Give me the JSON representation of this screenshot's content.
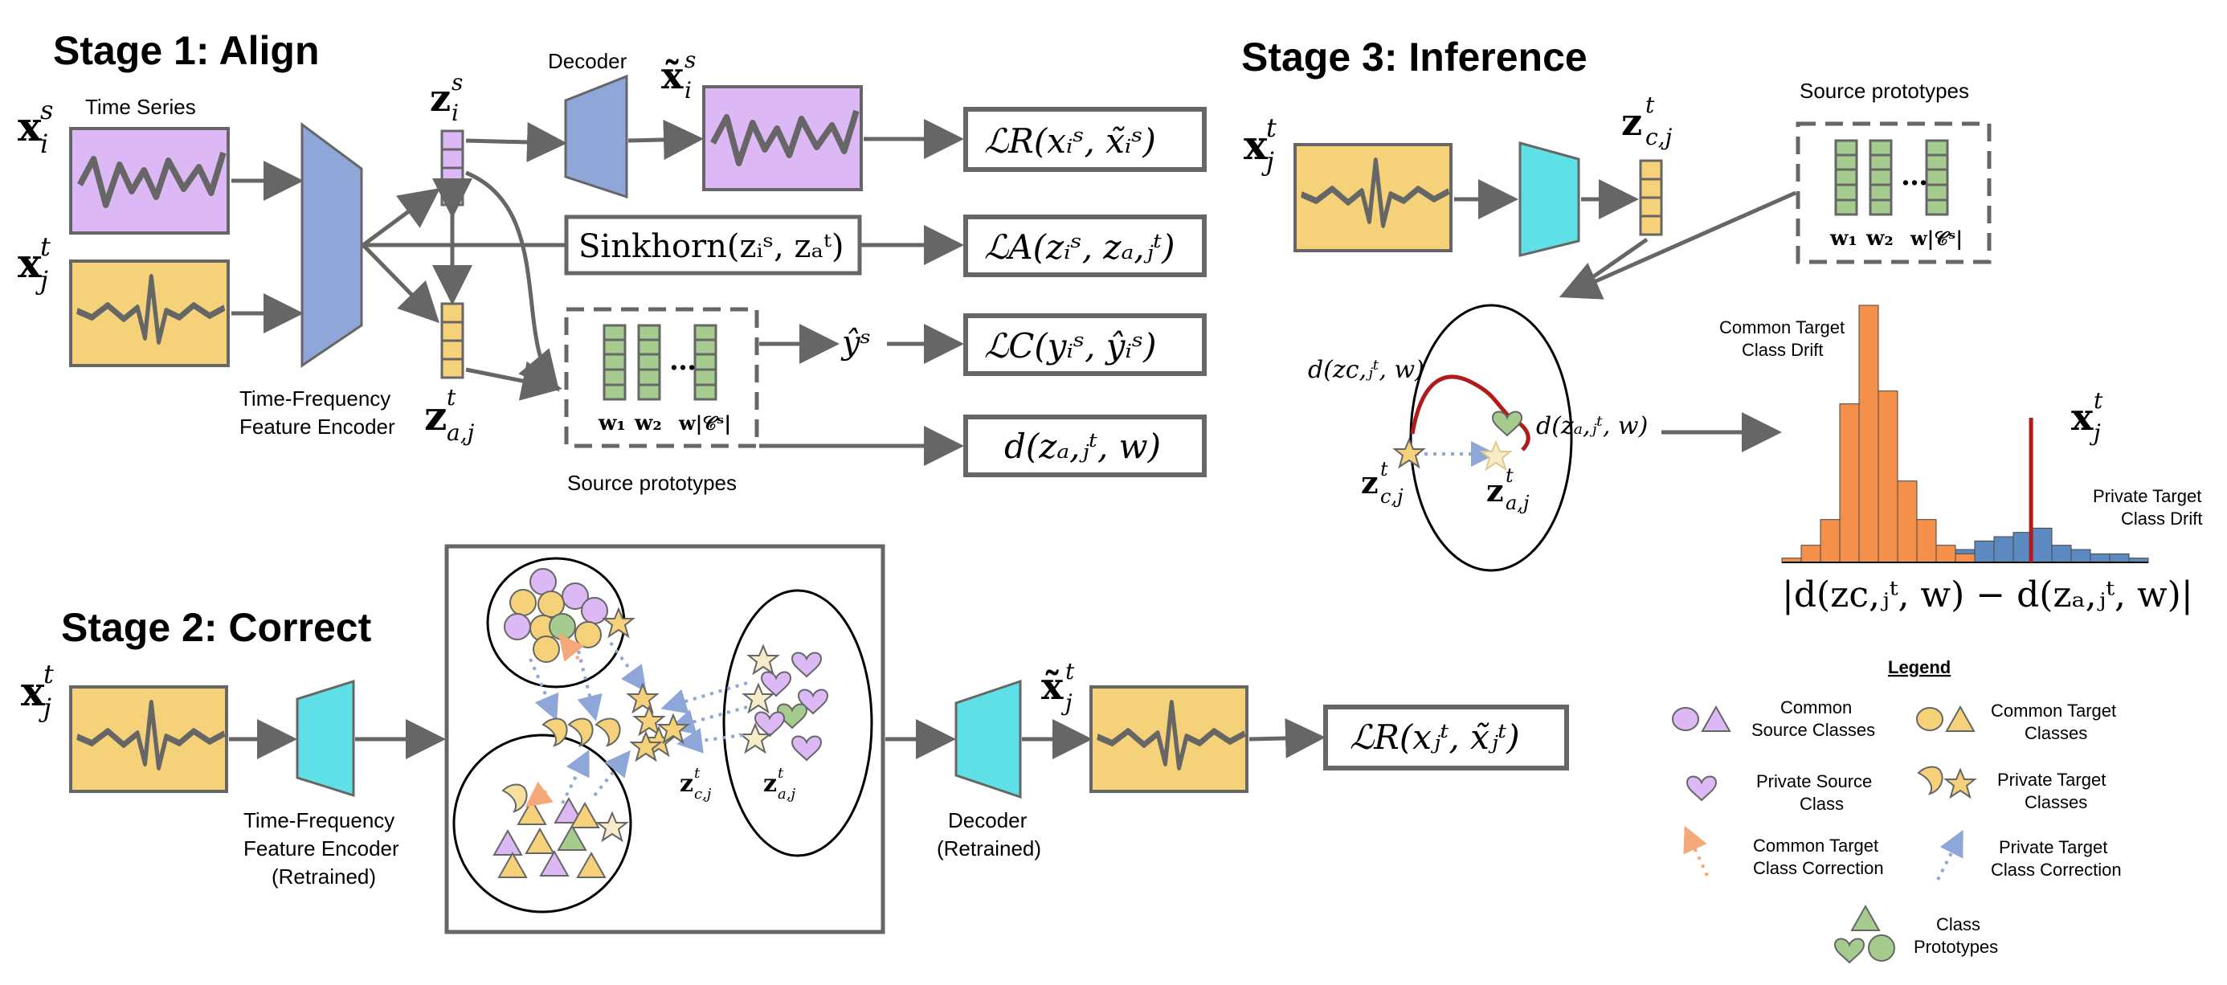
{
  "colors": {
    "purple": "#dcb8f5",
    "yellow": "#f5d27a",
    "blue_encoder": "#8fa6d9",
    "cyan_encoder": "#5ee0e6",
    "green": "#a5cc8e",
    "orange": "#f5904a",
    "bar_blue": "#5b89c0",
    "drift_red": "#b01b1b",
    "arrow_gray": "#666666"
  },
  "icons": [
    "waveform-icon",
    "encoder-trapezoid",
    "decoder-trapezoid",
    "latent-vector-icon",
    "prototype-column-icon",
    "circle-icon",
    "triangle-icon",
    "heart-icon",
    "moon-icon",
    "star-icon"
  ],
  "stage1": {
    "title": "Stage 1: Align",
    "x_source": "x",
    "x_source_sup": "s",
    "x_source_sub": "i",
    "x_target": "x",
    "x_target_sup": "t",
    "x_target_sub": "j",
    "time_series": "Time Series",
    "encoder_label_1": "Time-Frequency",
    "encoder_label_2": "Feature Encoder",
    "decoder": "Decoder",
    "z_s": "z",
    "z_s_sup": "s",
    "z_s_sub": "i",
    "z_a": "z",
    "z_a_sup": "t",
    "z_a_sub": "a,j",
    "x_tilde": "x̃",
    "x_tilde_sup": "s",
    "x_tilde_sub": "i",
    "sinkhorn": "Sinkhorn(zᵢˢ, zₐᵗ)",
    "y_hat": "ŷˢ",
    "source_prototypes": "Source prototypes",
    "proto_w1": "w₁",
    "proto_w2": "w₂",
    "proto_dots": "…",
    "proto_wc": "w|𝒞ˢ|",
    "loss_r": "ℒR(xᵢˢ, x̃ᵢˢ)",
    "loss_a": "ℒA(zᵢˢ, zₐ,ⱼᵗ)",
    "loss_c": "ℒC(yᵢˢ, ŷᵢˢ)",
    "dist": "d(zₐ,ⱼᵗ, w)"
  },
  "stage2": {
    "title": "Stage 2: Correct",
    "x_target": "x",
    "x_target_sup": "t",
    "x_target_sub": "j",
    "encoder_label_1": "Time-Frequency",
    "encoder_label_2": "Feature Encoder",
    "encoder_label_3": "(Retrained)",
    "decoder_label_1": "Decoder",
    "decoder_label_2": "(Retrained)",
    "x_tilde": "x̃",
    "x_tilde_sup": "t",
    "x_tilde_sub": "j",
    "z_c": "z",
    "z_c_sup": "t",
    "z_c_sub": "c,j",
    "z_a": "z",
    "z_a_sup": "t",
    "z_a_sub": "a,j",
    "loss_r": "ℒR(xⱼᵗ, x̃ⱼᵗ)"
  },
  "stage3": {
    "title": "Stage 3: Inference",
    "x_target": "x",
    "x_target_sup": "t",
    "x_target_sub": "j",
    "z_c": "z",
    "z_c_sup": "t",
    "z_c_sub": "c,j",
    "source_prototypes": "Source prototypes",
    "proto_w1": "w₁",
    "proto_w2": "w₂",
    "proto_dots": "…",
    "proto_wc": "w|𝒞ˢ|",
    "d_c": "d(zc,ⱼᵗ, w)",
    "d_a": "d(zₐ,ⱼᵗ, w)",
    "zc_point": "z",
    "zc_point_sup": "t",
    "zc_point_sub": "c,j",
    "za_point": "z",
    "za_point_sup": "t",
    "za_point_sub": "a,j",
    "common_drift_1": "Common Target",
    "common_drift_2": "Class Drift",
    "private_drift_1": "Private Target",
    "private_drift_2": "Class Drift",
    "x_marker": "x",
    "x_marker_sup": "t",
    "x_marker_sub": "j",
    "hist_xlabel": "|d(zc,ⱼᵗ, w) − d(zₐ,ⱼᵗ, w)|"
  },
  "histogram": {
    "orange_counts": [
      1,
      4,
      10,
      37,
      60,
      40,
      19,
      10,
      4,
      2
    ],
    "blue_counts": [
      1,
      2,
      3,
      5,
      6,
      7,
      8,
      4,
      3,
      2,
      2,
      1
    ],
    "marker_fraction": 0.68
  },
  "legend": {
    "title": "Legend",
    "common_source_1": "Common",
    "common_source_2": "Source Classes",
    "common_target_1": "Common Target",
    "common_target_2": "Classes",
    "private_source_1": "Private Source",
    "private_source_2": "Class",
    "private_target_1": "Private Target",
    "private_target_2": "Classes",
    "common_correction_1": "Common Target",
    "common_correction_2": "Class Correction",
    "private_correction_1": "Private Target",
    "private_correction_2": "Class Correction",
    "prototypes_1": "Class",
    "prototypes_2": "Prototypes"
  }
}
